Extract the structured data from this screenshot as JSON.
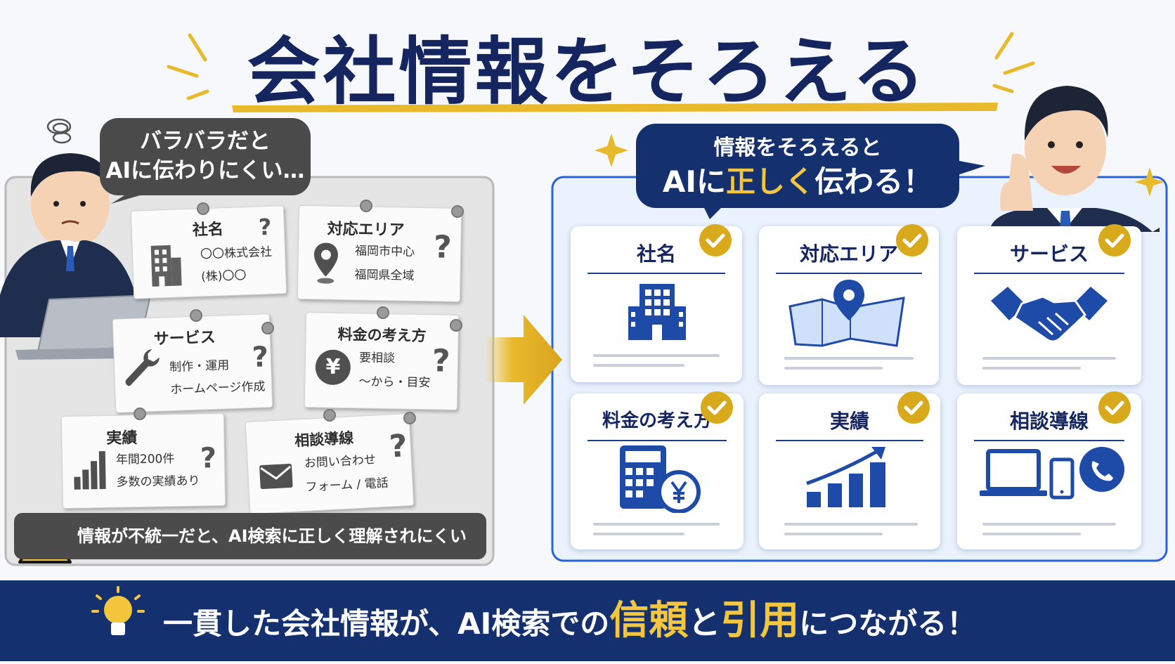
{
  "title": "会社情報をそろえる",
  "left_bubble": {
    "line1": "バラバラだと",
    "line2": "AIに伝わりにくい…"
  },
  "right_bubble": {
    "line1": "情報をそろえると",
    "line2_a": "AIに",
    "line2_b": "正しく",
    "line2_c": "伝わる！"
  },
  "left_cards": [
    {
      "title": "社名",
      "lines": [
        "〇〇株式会社",
        "(株)〇〇"
      ],
      "icon": "building-icon"
    },
    {
      "title": "対応エリア",
      "lines": [
        "福岡市中心",
        "福岡県全域"
      ],
      "icon": "location-pin-icon"
    },
    {
      "title": "サービス",
      "lines": [
        "制作・運用",
        "ホームページ作成"
      ],
      "icon": "wrench-icon"
    },
    {
      "title": "料金の考え方",
      "lines": [
        "要相談",
        "〜から・目安"
      ],
      "icon": "yen-icon"
    },
    {
      "title": "実績",
      "lines": [
        "年間200件",
        "多数の実績あり"
      ],
      "icon": "bar-chart-icon"
    },
    {
      "title": "相談導線",
      "lines": [
        "お問い合わせ",
        "フォーム / 電話"
      ],
      "icon": "mail-icon"
    }
  ],
  "question_mark": "?",
  "yen_symbol": "¥",
  "warning_text": "情報が不統一だと、AI検索に正しく理解されにくい",
  "right_cards": [
    {
      "title": "社名",
      "icon": "building-icon"
    },
    {
      "title": "対応エリア",
      "icon": "map-pin-icon"
    },
    {
      "title": "サービス",
      "icon": "handshake-icon"
    },
    {
      "title": "料金の考え方",
      "icon": "calculator-yen-icon"
    },
    {
      "title": "実績",
      "icon": "growth-chart-icon"
    },
    {
      "title": "相談導線",
      "icon": "devices-phone-icon"
    }
  ],
  "footer": {
    "part1": "一貫した会社情報が、AI検索での",
    "hl1": "信頼",
    "mid": "と",
    "hl2": "引用",
    "part2": "につながる！"
  },
  "colors": {
    "navy": "#14306f",
    "gold": "#f3c63d",
    "check": "#d9a91c",
    "gray_panel": "#e6e6e6",
    "blue_panel": "#e9f1fd"
  }
}
